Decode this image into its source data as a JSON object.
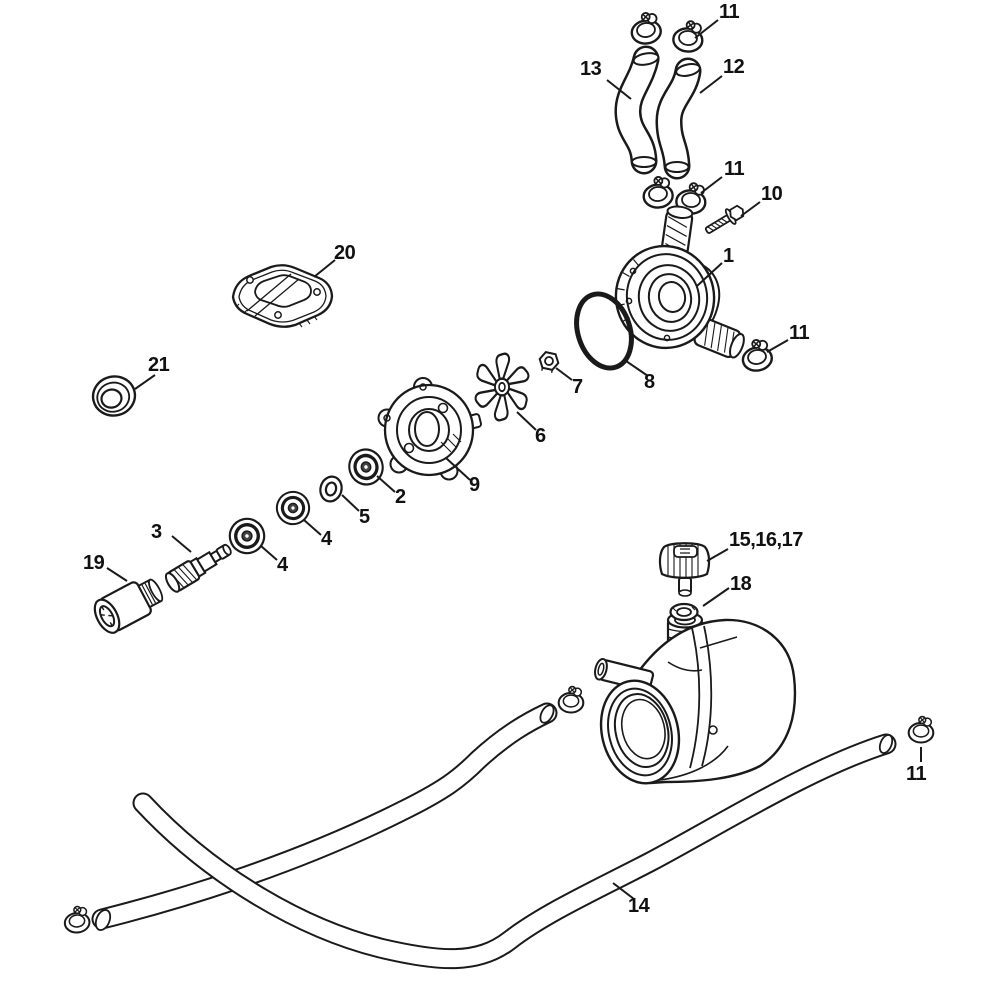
{
  "diagram": {
    "type": "exploded-parts-diagram",
    "background_color": "#ffffff",
    "line_color": "#1a1a1a",
    "label_color": "#111111",
    "callouts": [
      {
        "label": "11"
      },
      {
        "label": "13"
      },
      {
        "label": "12"
      },
      {
        "label": "11"
      },
      {
        "label": "10"
      },
      {
        "label": "1"
      },
      {
        "label": "11"
      },
      {
        "label": "8"
      },
      {
        "label": "7"
      },
      {
        "label": "6"
      },
      {
        "label": "9"
      },
      {
        "label": "2"
      },
      {
        "label": "5"
      },
      {
        "label": "4"
      },
      {
        "label": "4"
      },
      {
        "label": "3"
      },
      {
        "label": "19"
      },
      {
        "label": "20"
      },
      {
        "label": "21"
      },
      {
        "label": "15,16,17"
      },
      {
        "label": "18"
      },
      {
        "label": "11"
      },
      {
        "label": "14"
      }
    ]
  }
}
